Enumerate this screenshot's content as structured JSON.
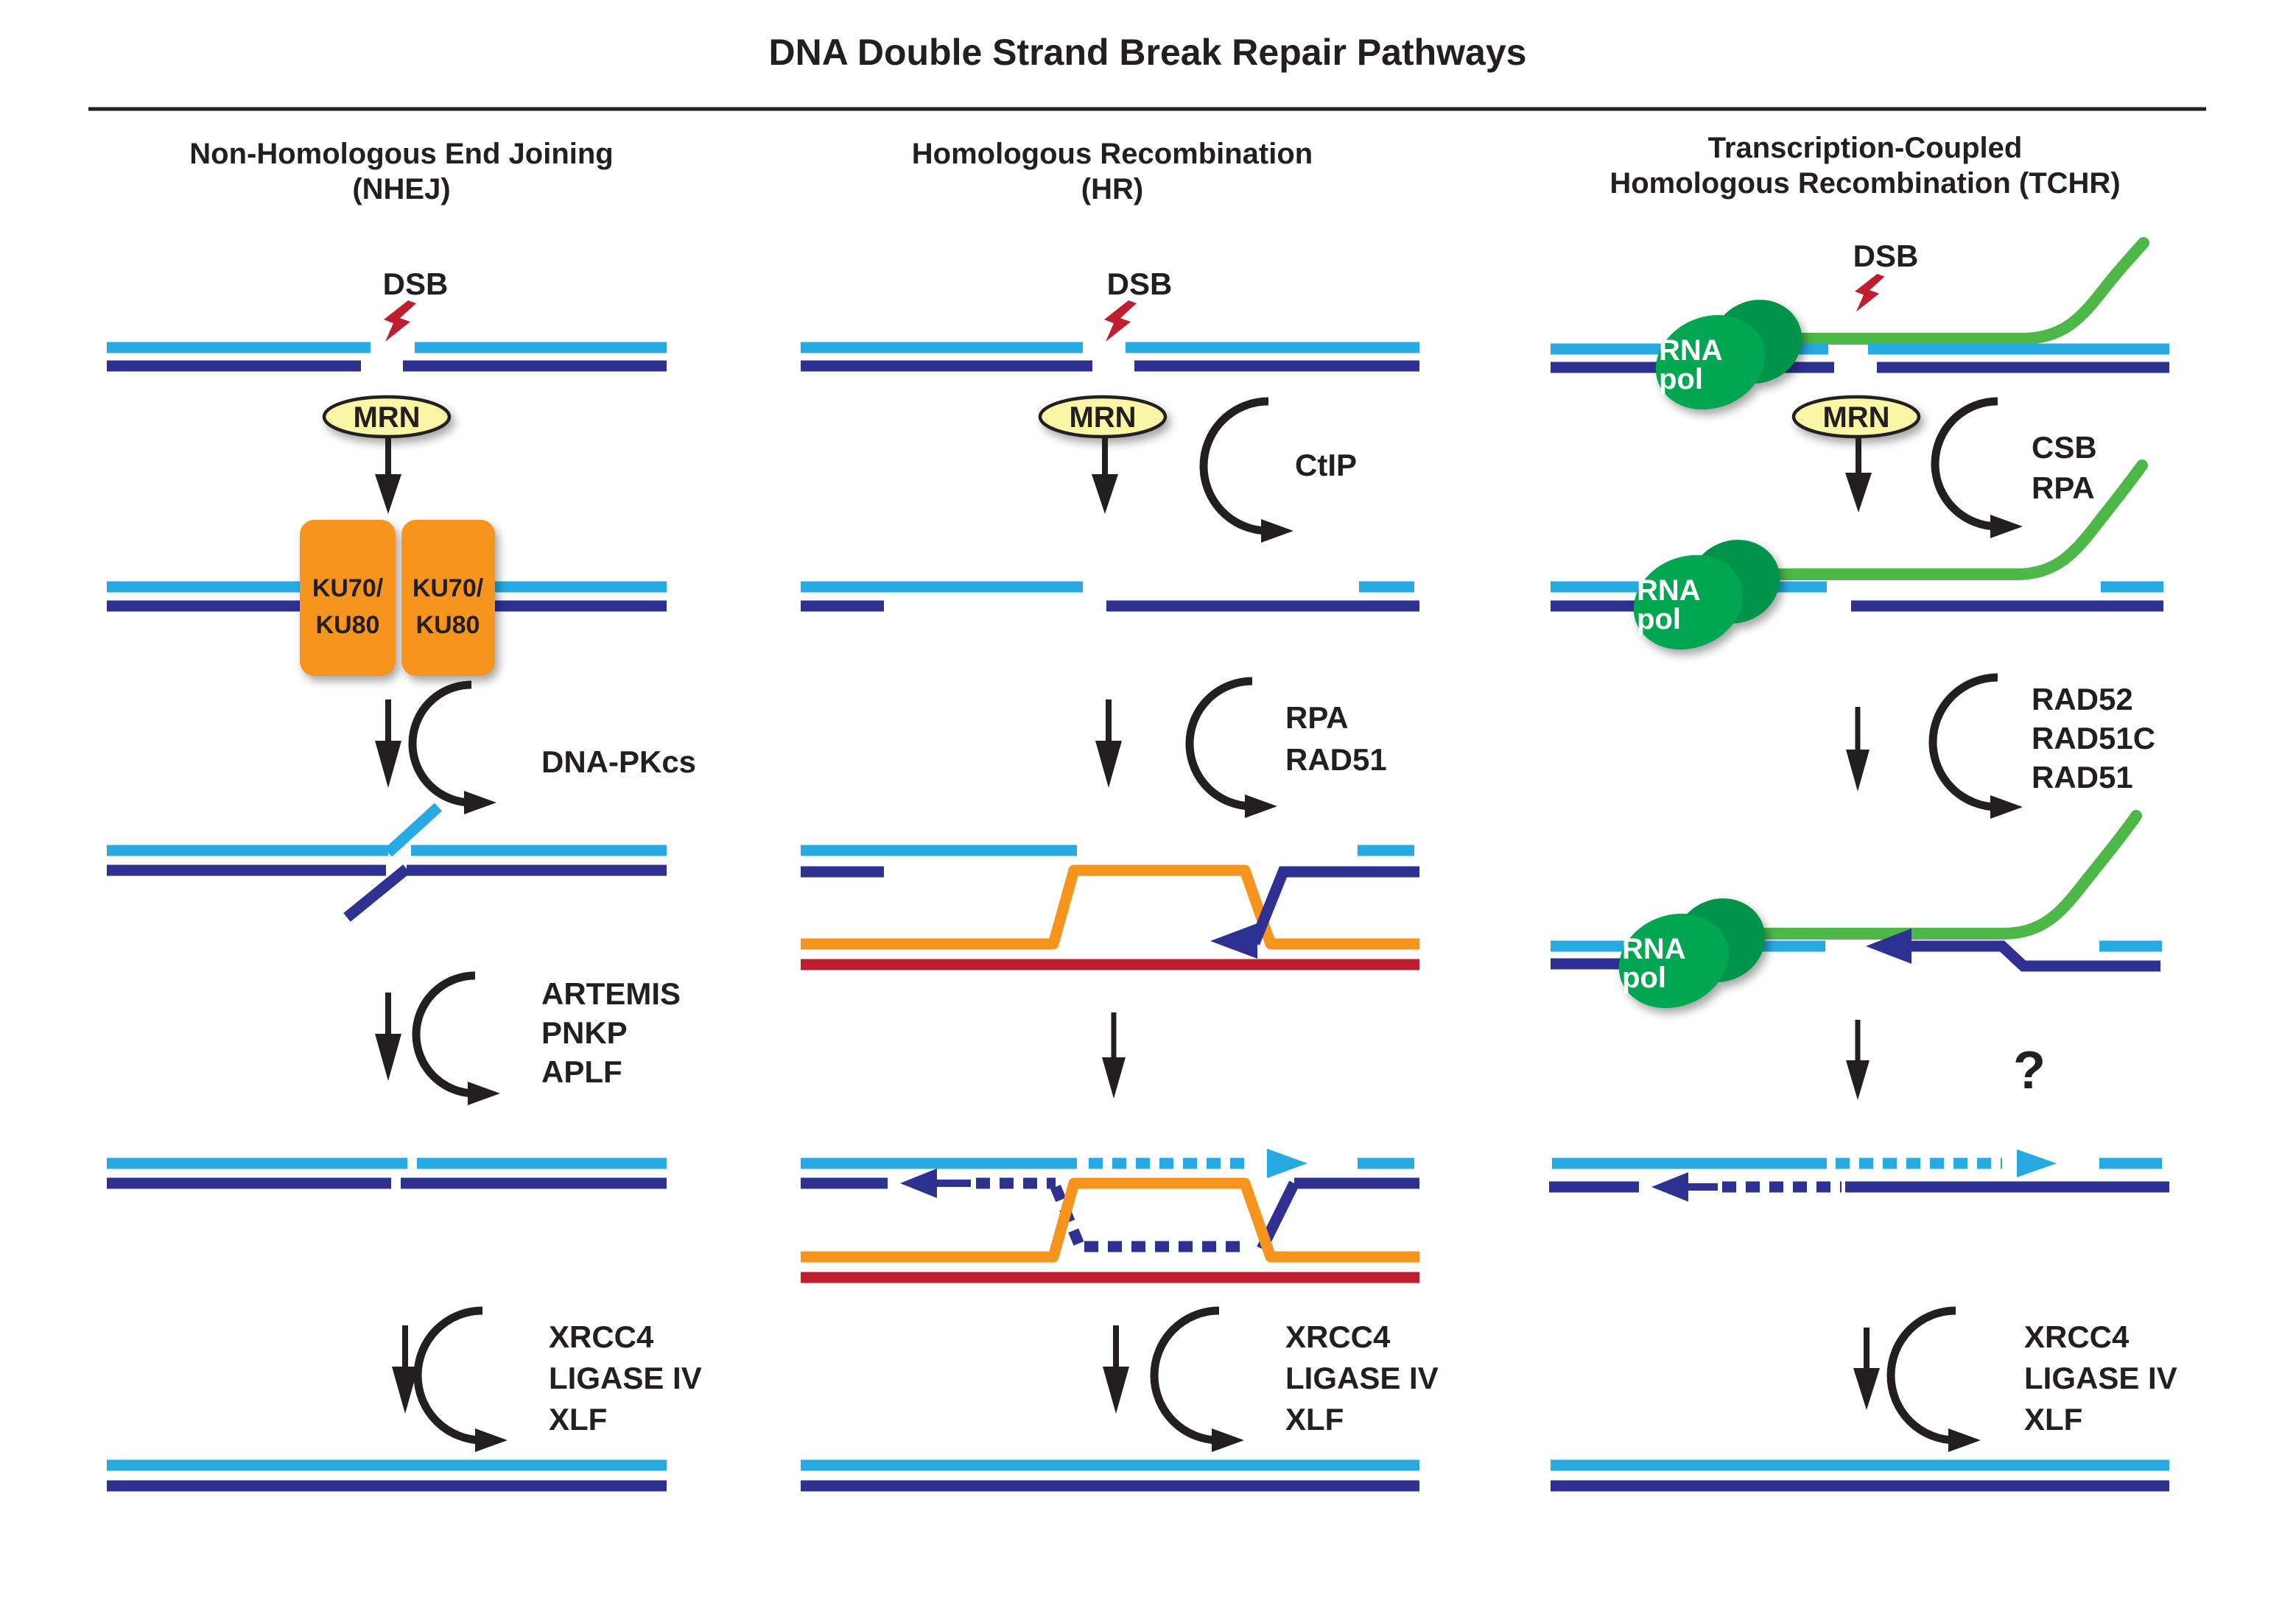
{
  "title": "DNA Double Strand Break Repair Pathways",
  "colors": {
    "light_blue": "#27AAE1",
    "dark_blue": "#2E3192",
    "orange": "#F7941E",
    "crimson": "#BE1E2D",
    "rna_green": "#4DB748",
    "pol_green": "#00A651",
    "pol_green_dark": "#00944A",
    "mrn_yellow": "#F9F6A5",
    "ink": "#231F20"
  },
  "columns": [
    {
      "id": "nhej",
      "header_line1": "Non-Homologous End Joining",
      "header_line2": "(NHEJ)",
      "dsb_label": "DSB",
      "mrn_label": "MRN",
      "ku_line1": "KU70/",
      "ku_line2": "KU80",
      "step1_enzyme": "DNA-PKcs",
      "step2_enzymes": [
        "ARTEMIS",
        "PNKP",
        "APLF"
      ],
      "step3_enzymes": [
        "XRCC4",
        "LIGASE IV",
        "XLF"
      ]
    },
    {
      "id": "hr",
      "header_line1": "Homologous Recombination",
      "header_line2": "(HR)",
      "dsb_label": "DSB",
      "mrn_label": "MRN",
      "mrn_enzyme": "CtIP",
      "step1_enzymes": [
        "RPA",
        "RAD51"
      ],
      "step3_enzymes": [
        "XRCC4",
        "LIGASE IV",
        "XLF"
      ]
    },
    {
      "id": "tchr",
      "header_line1": "Transcription-Coupled",
      "header_line2": "Homologous Recombination (TCHR)",
      "dsb_label": "DSB",
      "mrn_label": "MRN",
      "rna_pol_line1": "RNA",
      "rna_pol_line2": "pol",
      "mrn_enzymes": [
        "CSB",
        "RPA"
      ],
      "step1_enzymes": [
        "RAD52",
        "RAD51C",
        "RAD51"
      ],
      "unknown_label": "?",
      "step3_enzymes": [
        "XRCC4",
        "LIGASE IV",
        "XLF"
      ]
    }
  ]
}
